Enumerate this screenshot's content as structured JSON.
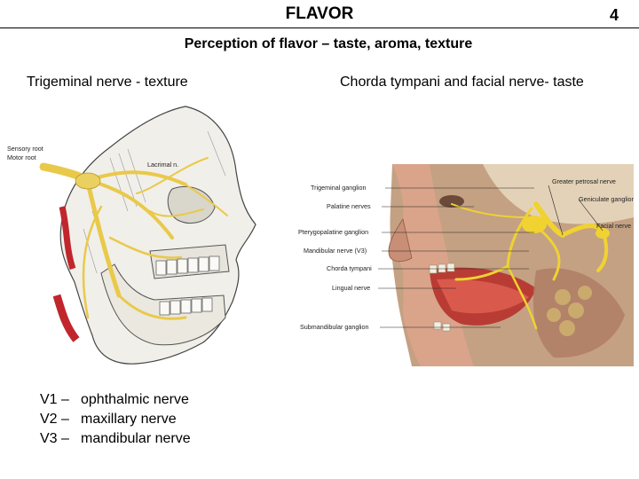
{
  "header": {
    "title": "FLAVOR",
    "page_number": "4"
  },
  "subtitle": "Perception of flavor – taste, aroma, texture",
  "left_panel": {
    "heading": "Trigeminal nerve - texture",
    "figure_labels": {
      "sensory_root": "Sensory root",
      "motor_root": "Motor root",
      "lacrimal": "Lacrimal n."
    },
    "nerves": [
      {
        "code": "V1 –",
        "name": "ophthalmic nerve"
      },
      {
        "code": "V2 –",
        "name": "maxillary nerve"
      },
      {
        "code": "V3 –",
        "name": "mandibular nerve"
      }
    ]
  },
  "right_panel": {
    "heading": "Chorda tympani and facial nerve- taste",
    "figure_labels": {
      "trigeminal_ganglion": "Trigeminal ganglion",
      "palatine_nerves": "Palatine nerves",
      "pterygopalatine_ganglion": "Pterygopalatine ganglion",
      "mandibular_nerve": "Mandibular nerve (V3)",
      "chorda_tympani": "Chorda tympani",
      "lingual_nerve": "Lingual nerve",
      "submandibular_ganglion": "Submandibular ganglion",
      "greater_petrosal_nerve": "Greater petrosal nerve",
      "geniculate_ganglion": "Geniculate ganglion",
      "facial_nerve": "Facial nerve"
    }
  }
}
